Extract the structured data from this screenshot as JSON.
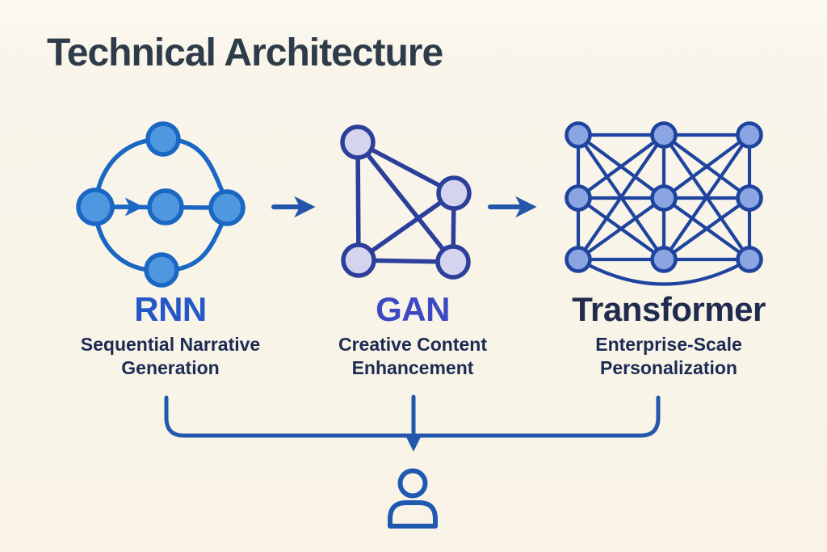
{
  "title": "Technical Architecture",
  "columns": [
    {
      "id": "rnn",
      "icon": "rnn-network-icon",
      "label": "RNN",
      "description_line1": "Sequential Narrative",
      "description_line2": "Generation"
    },
    {
      "id": "gan",
      "icon": "gan-network-icon",
      "label": "GAN",
      "description_line1": "Creative Content",
      "description_line2": "Enhancement"
    },
    {
      "id": "transformer",
      "icon": "transformer-network-icon",
      "label": "Transformer",
      "description_line1": "Enterprise-Scale",
      "description_line2": "Personalization"
    }
  ],
  "flow": {
    "connector_icon": "arrow-right-icon",
    "merge_icon": "arrow-down-icon",
    "output_icon": "user-icon"
  },
  "colors": {
    "background": "#f9f4e9",
    "title_text": "#2e3c49",
    "rnn_node_fill": "#4f97de",
    "rnn_node_stroke": "#1a67c4",
    "rnn_label_text": "#2458c8",
    "gan_node_fill": "#d5d4ee",
    "gan_node_stroke": "#2b3f9b",
    "gan_label_text": "#3c49c3",
    "transformer_node_fill": "#8ba4e2",
    "transformer_node_stroke": "#1e449f",
    "transformer_label_text": "#202b4e",
    "description_text": "#1c2b53",
    "flow_arrow": "#2356ab",
    "merge_line": "#2257ae",
    "user_icon": "#2058b0"
  }
}
